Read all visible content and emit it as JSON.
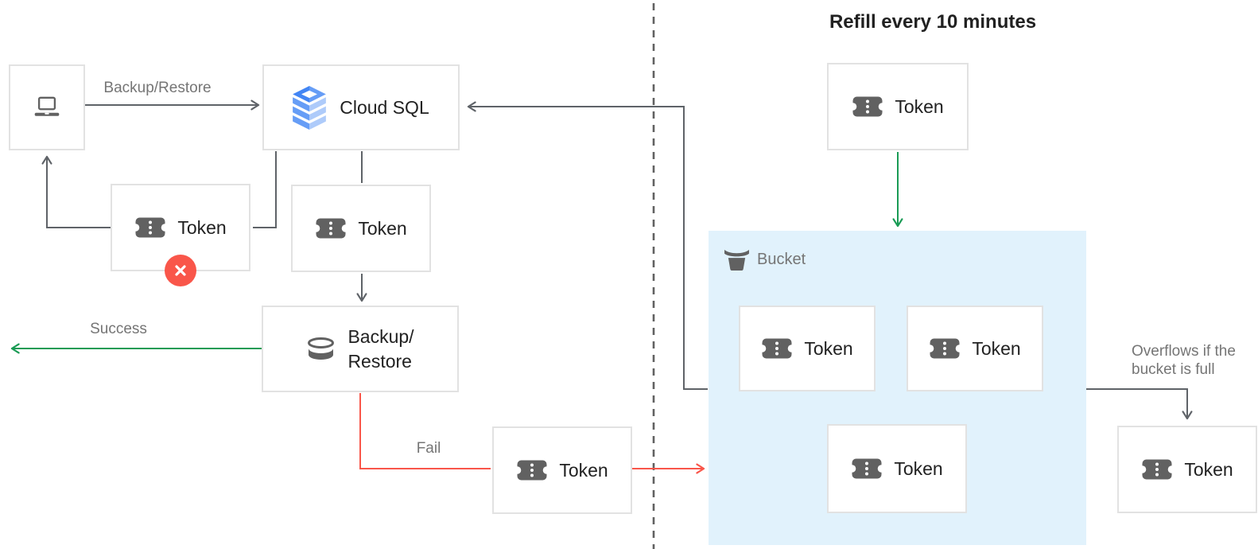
{
  "title": "Refill every 10 minutes",
  "token_label": "Token",
  "nodes": {
    "cloud_sql": "Cloud SQL",
    "backup_restore_line1": "Backup/",
    "backup_restore_line2": "Restore",
    "bucket": "Bucket"
  },
  "edge_labels": {
    "client_to_cloudsql": "Backup/Restore",
    "success": "Success",
    "fail": "Fail",
    "overflow_line1": "Overflows if the",
    "overflow_line2": "bucket is full"
  },
  "colors": {
    "line_gray": "#5f6368",
    "success_green": "#1a9b55",
    "fail_red": "#f9564a",
    "bucket_fill": "#e1f2fc",
    "icon_gray": "#616161",
    "cloudsql_dark": "#4285f4",
    "cloudsql_mid": "#669df6",
    "cloudsql_light": "#aecbfa",
    "text_dark": "#212121",
    "text_gray": "#757575"
  }
}
